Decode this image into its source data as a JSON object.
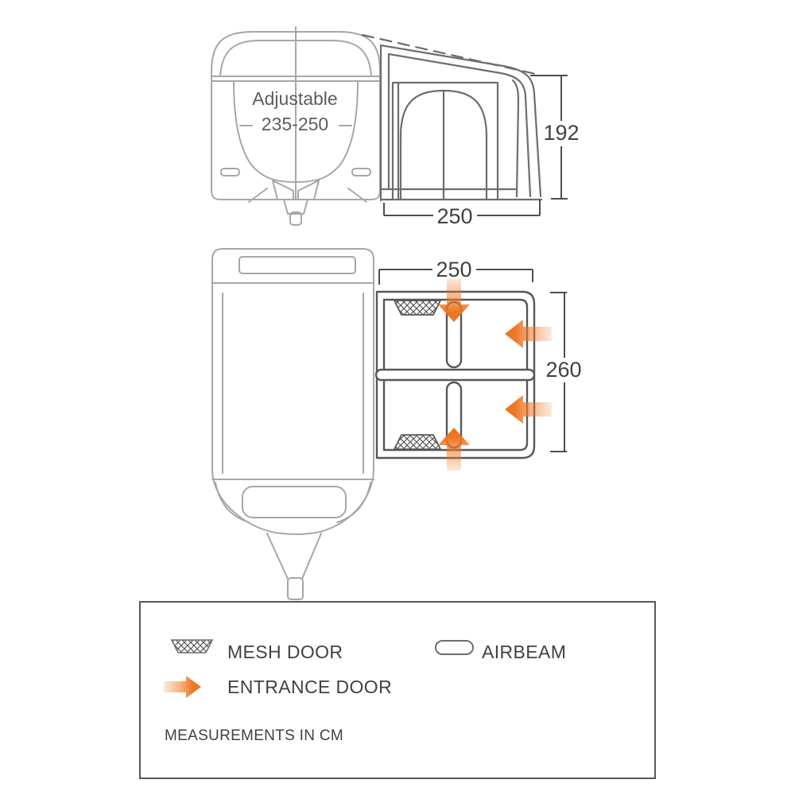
{
  "side_elevation": {
    "caravan_label_line1": "Adjustable",
    "caravan_label_line2": "235-250",
    "height_cm": "192",
    "width_cm": "250"
  },
  "plan_view": {
    "width_cm": "250",
    "depth_cm": "260"
  },
  "legend": {
    "mesh_door_label": "MESH DOOR",
    "airbeam_label": "AIRBEAM",
    "entrance_door_label": "ENTRANCE DOOR",
    "note": "MEASUREMENTS IN CM"
  },
  "colors": {
    "accent_orange": "#ed7623",
    "drawing_light_gray": "#a4a8aa",
    "drawing_medium_gray": "#6b6e71",
    "drawing_dark_gray": "#55585b",
    "text_dark": "#414042"
  }
}
